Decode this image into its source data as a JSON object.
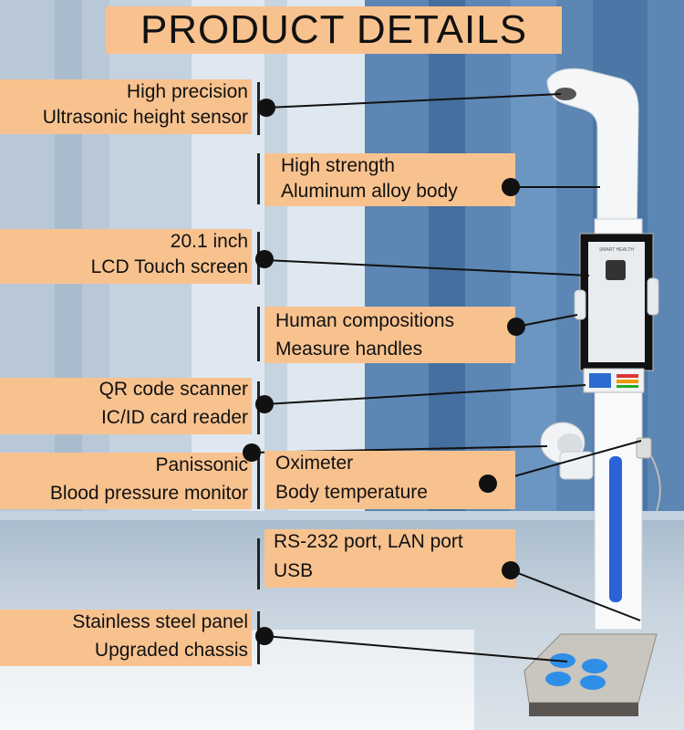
{
  "title": "PRODUCT  DETAILS",
  "labels": {
    "height_sensor": [
      "High precision",
      "Ultrasonic height sensor"
    ],
    "body": [
      "High strength",
      "Aluminum alloy body"
    ],
    "screen": [
      "20.1 inch",
      "LCD Touch screen"
    ],
    "handles": [
      "Human compositions",
      "Measure handles"
    ],
    "scanner": [
      "QR code scanner",
      "IC/ID card reader"
    ],
    "bp_monitor": [
      "Panissonic",
      "Blood pressure monitor"
    ],
    "oximeter": [
      "Oximeter",
      "Body temperature"
    ],
    "ports": [
      "RS-232 port, LAN port",
      "USB"
    ],
    "panel": [
      "Stainless steel panel",
      "Upgraded chassis"
    ]
  },
  "colors": {
    "label_bg": "#f8c28f",
    "accent_blue": "#2b63d6"
  }
}
